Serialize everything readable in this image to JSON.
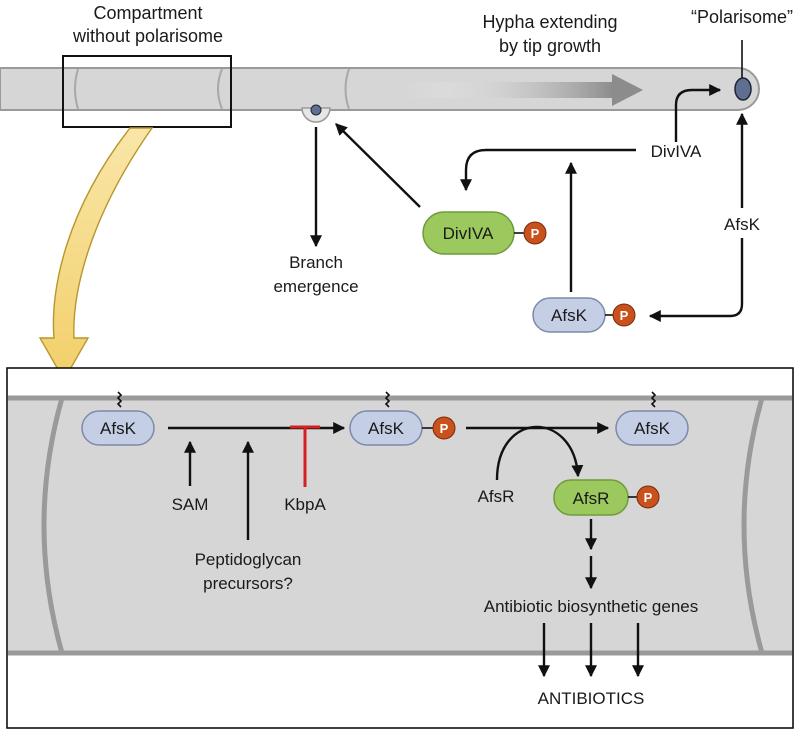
{
  "labels": {
    "compartment_line1": "Compartment",
    "compartment_line2": "without polarisome",
    "hypha_line1": "Hypha extending",
    "hypha_line2": "by tip growth",
    "polarisome": "“Polarisome”",
    "divIVA_top": "DivIVA",
    "afsK_right": "AfsK",
    "branch_line1": "Branch",
    "branch_line2": "emergence",
    "sam": "SAM",
    "kbpA": "KbpA",
    "afsR_free": "AfsR",
    "pg_line1": "Peptidoglycan",
    "pg_line2": "precursors?",
    "genes": "Antibiotic biosynthetic genes",
    "antibiotics": "ANTIBIOTICS"
  },
  "pills": {
    "divIVA_p": "DivIVA",
    "afsK_p_top": "AfsK",
    "afsK_left": "AfsK",
    "afsK_mid": "AfsK",
    "afsK_right": "AfsK",
    "afsR_p": "AfsR"
  },
  "phospho": "P",
  "colors": {
    "hypha": "#d6d6d6",
    "hypha_edge": "#9a9a9a",
    "afsK_fill": "#c4cfe6",
    "afsR_fill": "#9cc95e",
    "phospho_fill": "#c8511d",
    "inhibitor": "#d42020",
    "zoom_arrow": "#f5d987"
  }
}
